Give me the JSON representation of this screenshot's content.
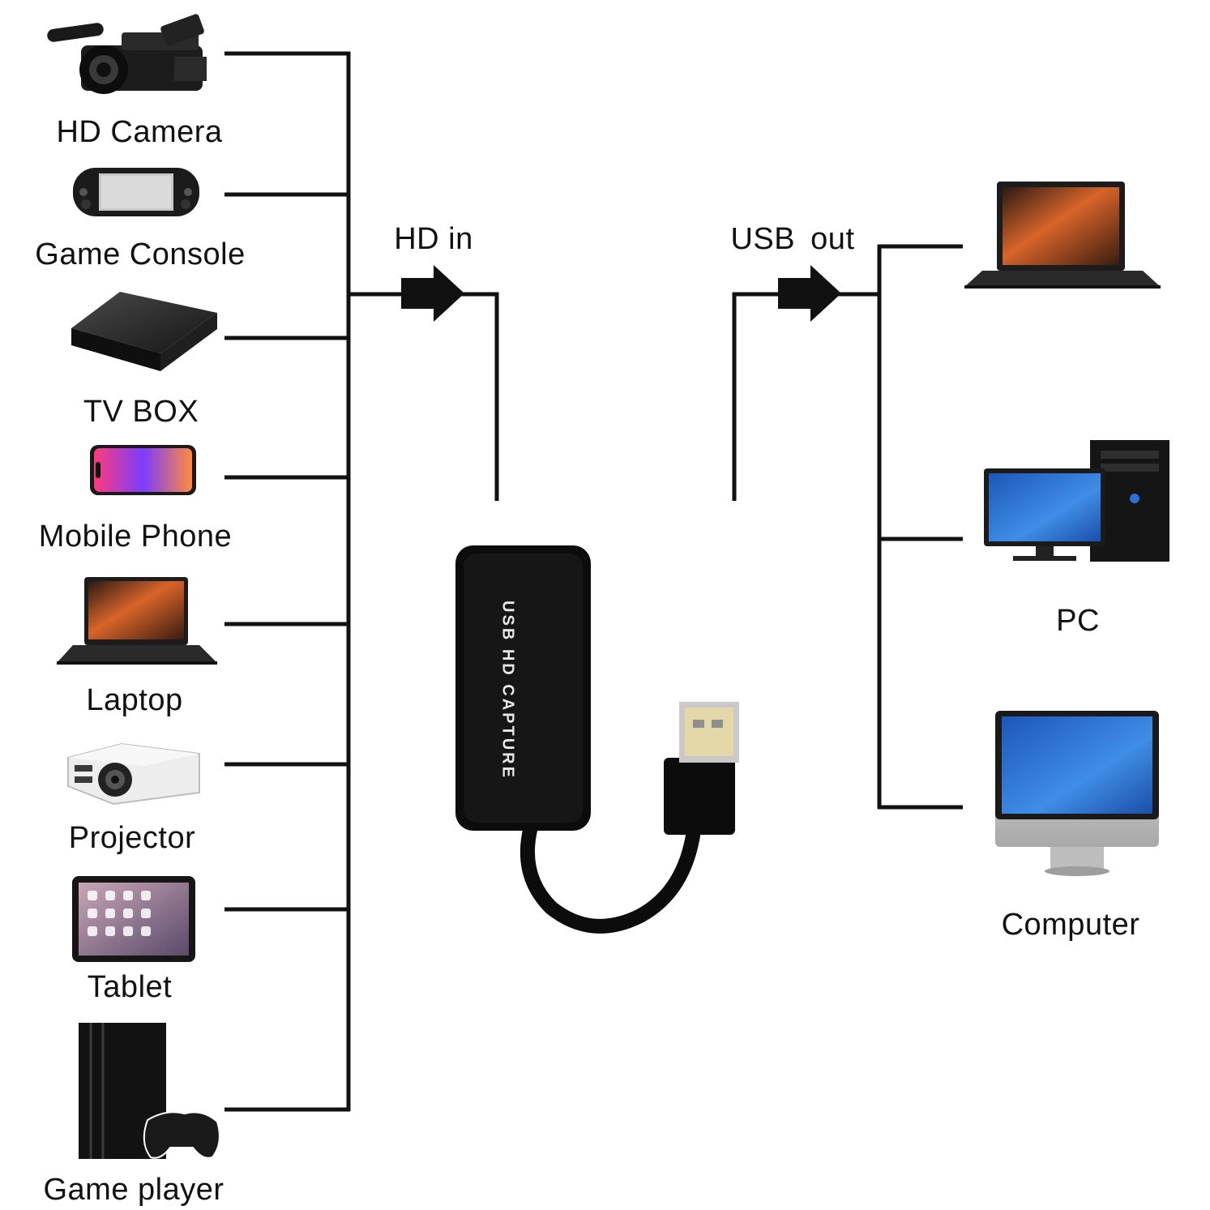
{
  "inputs": [
    {
      "label": "HD Camera",
      "icon": "camcorder-icon"
    },
    {
      "label": "Game Console",
      "icon": "handheld-console-icon"
    },
    {
      "label": "TV BOX",
      "icon": "tv-box-icon"
    },
    {
      "label": "Mobile Phone",
      "icon": "smartphone-icon"
    },
    {
      "label": "Laptop",
      "icon": "laptop-icon"
    },
    {
      "label": "Projector",
      "icon": "projector-icon"
    },
    {
      "label": "Tablet",
      "icon": "tablet-icon"
    },
    {
      "label": "Game player",
      "icon": "game-player-icon"
    }
  ],
  "outputs": [
    {
      "label": "",
      "icon": "laptop-icon"
    },
    {
      "label": "PC",
      "icon": "desktop-tower-icon"
    },
    {
      "label": "Computer",
      "icon": "all-in-one-computer-icon"
    }
  ],
  "hd_in_label": "HD in",
  "usb_out_label": "USB out",
  "device": {
    "label": "USB HD CAPTURE",
    "icon": "usb-capture-card-icon"
  },
  "colors": {
    "line": "#111111",
    "device": "#0c0c0c",
    "screen_blue": "#1f6fd1",
    "screen_warm": "#d8642a"
  }
}
